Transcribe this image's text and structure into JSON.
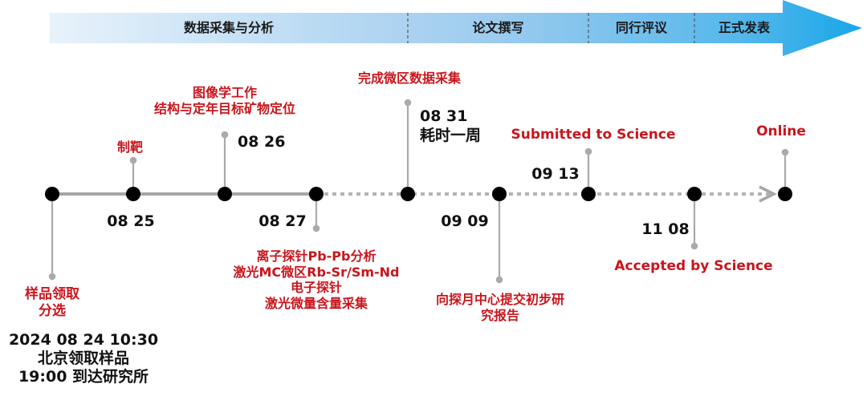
{
  "phases": {
    "data_collection": "数据采集与分析",
    "writing": "论文撰写",
    "peer_review": "同行评议",
    "publication": "正式发表"
  },
  "events": {
    "pickup_label": "样品领取\n分选",
    "pickup_detail": "2024 08 24 10:30\n北京领取样品\n19:00 到达研究所",
    "target_label": "制靶",
    "target_date": "08 25",
    "imaging_label": "图像学工作\n结构与定年目标矿物定位",
    "imaging_date": "08 26",
    "analysis_date": "08 27",
    "analysis_label": "离子探针Pb-Pb分析\n激光MC微区Rb-Sr/Sm-Nd\n电子探针\n激光微量含量采集",
    "micro_complete_label": "完成微区数据采集",
    "micro_complete_detail": "08 31\n耗时一周",
    "report_date": "09 09",
    "report_label": "向探月中心提交初步研\n究报告",
    "submitted_date": "09 13",
    "submitted_label": "Submitted to Science",
    "accepted_date": "11 08",
    "accepted_label": "Accepted by Science",
    "online_label": "Online"
  },
  "colors": {
    "accent_red": "#c8161d",
    "banner_light": "#e6f1fb",
    "banner_dark": "#1fa8e8",
    "line_gray": "#aaaaaa",
    "node_black": "#000000"
  }
}
